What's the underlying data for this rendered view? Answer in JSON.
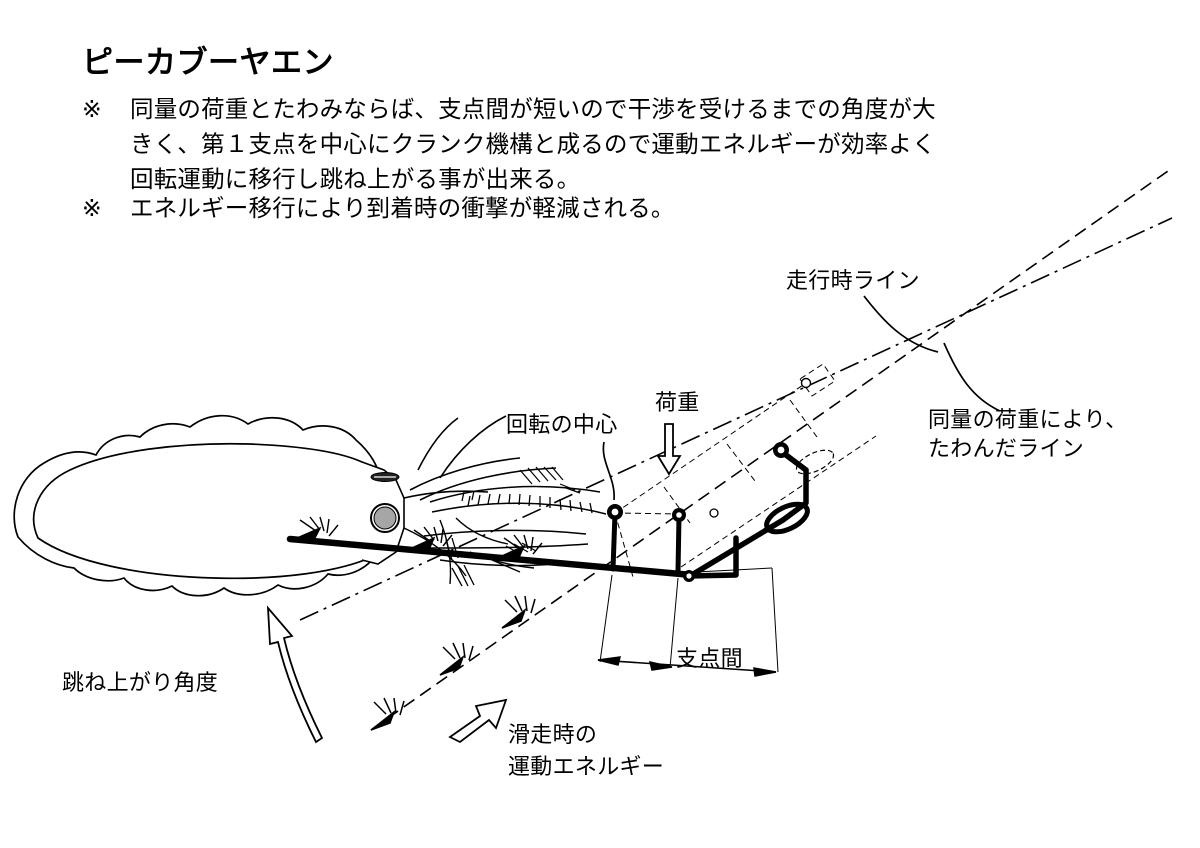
{
  "document": {
    "title": "ピーカブーヤエン",
    "background_color": "#ffffff",
    "ink_color": "#000000"
  },
  "notes": {
    "bullet_marker": "※",
    "items": [
      {
        "marker": "※",
        "lines": [
          "同量の荷重とたわみならば、支点間が短いので干渉を受けるまでの角度が大",
          "きく、第１支点を中心にクランク機構と成るので運動エネルギーが効率よく",
          "回転運動に移行し跳ね上がる事が出来る。"
        ]
      },
      {
        "marker": "※",
        "lines": [
          "エネルギー移行により到着時の衝撃が軽減される。"
        ]
      }
    ]
  },
  "diagram": {
    "labels": {
      "running_line": "走行時ライン",
      "sagged_line_l1": "同量の荷重により、",
      "sagged_line_l2": "たわんだライン",
      "rotation_center": "回転の中心",
      "load": "荷重",
      "fulcrum_span": "支点間",
      "flip_up_angle": "跳ね上がり角度",
      "glide_energy_l1": "滑走時の",
      "glide_energy_l2": "運動エネルギー"
    },
    "elements": {
      "squid_body": "squid-mantle-outline",
      "squid_eye": "squid-eye-hatched-circle",
      "squid_fins": "squid-fin-outline",
      "tentacles": "squid-tentacles",
      "hook_shaft": "thick-hook-shaft",
      "barbs": "barbed-hook-points",
      "pivot_1": "rotation-center-pivot",
      "pivot_2": "second-fulcrum-pivot",
      "pivot_3": "upper-arm-pivot",
      "arm_linkage": "crank-arm-linkage",
      "loop_ring": "line-loop-ring",
      "dimension_line": "fulcrum-span-dimension",
      "load_arrow": "load-down-arrow",
      "flip_arrow": "flip-up-curved-arrow",
      "energy_arrow": "glide-energy-arrow",
      "feather_arrows": "feathered-direction-arrows"
    },
    "line_styles": {
      "running_line": "dashed",
      "sagged_line": "dash-dot",
      "construction": "thin-dashed",
      "shaft": "solid-thick"
    }
  }
}
